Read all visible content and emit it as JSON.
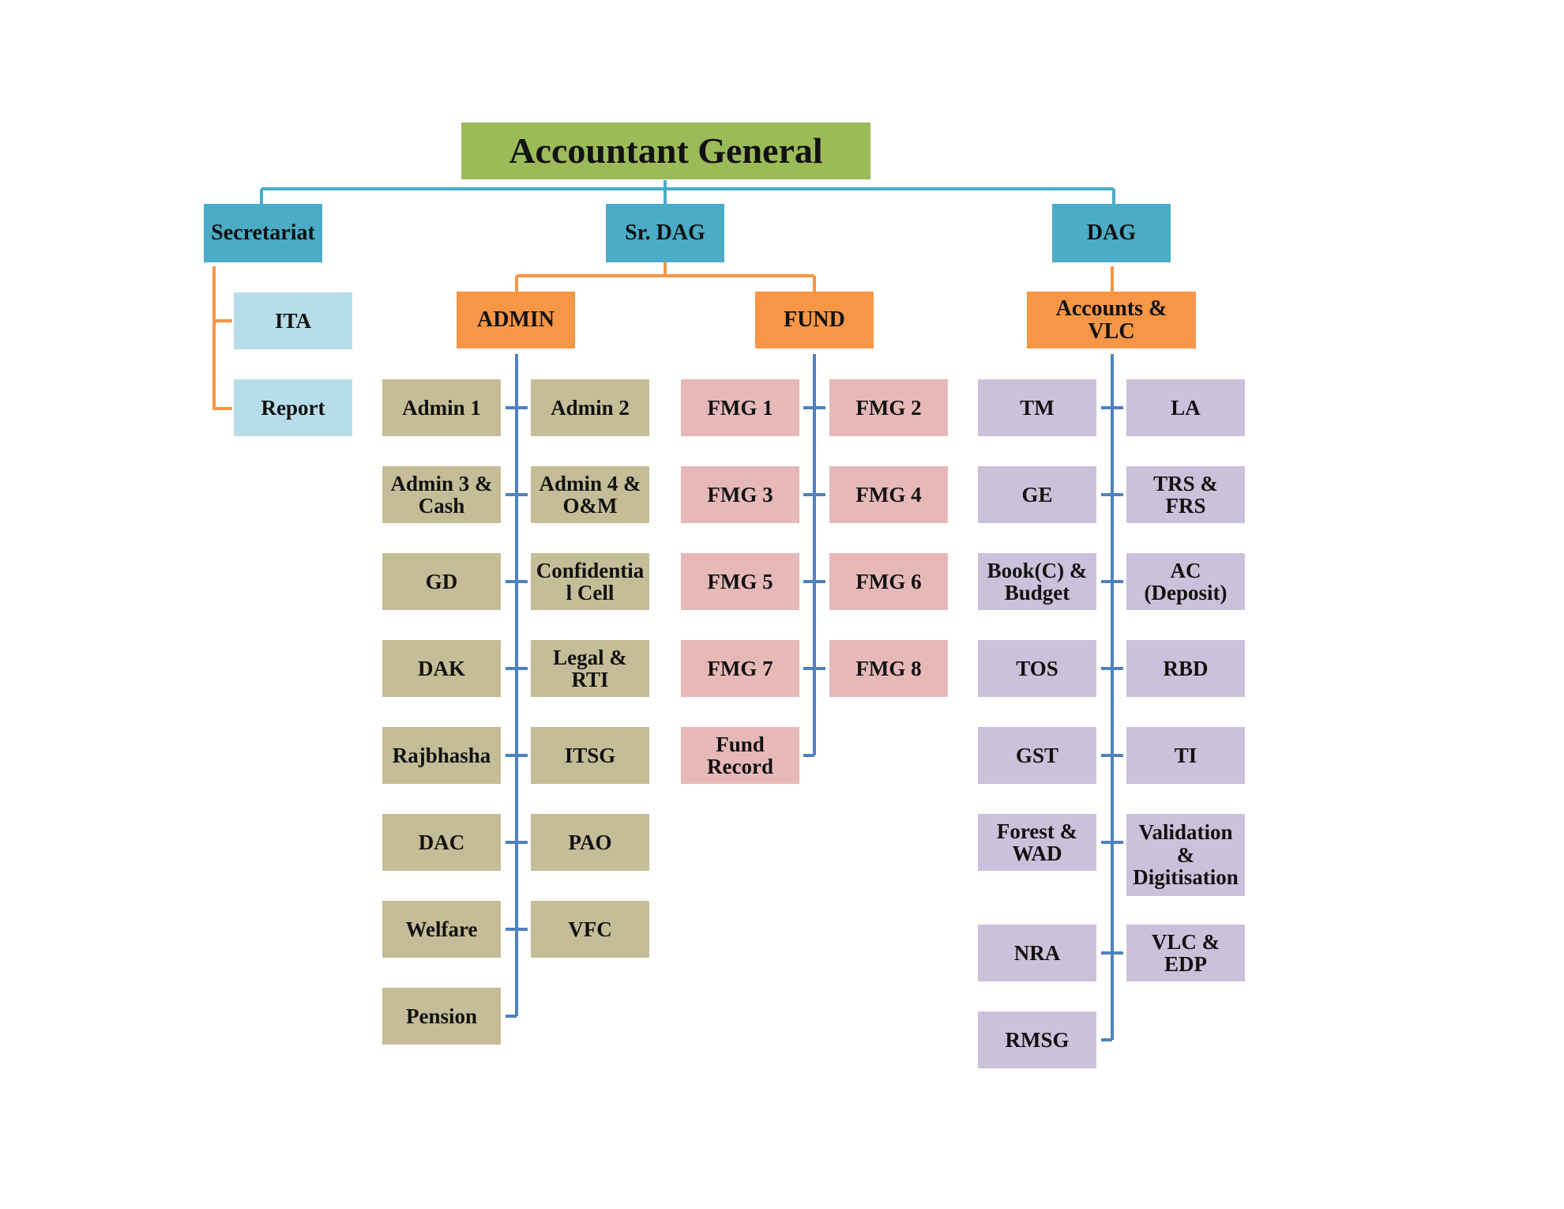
{
  "colors": {
    "root": "#9bbb59",
    "level1": "#4bacc6",
    "orange": "#f79646",
    "secretariat_child": "#b7dde8",
    "admin_leaf": "#c4bd97",
    "fund_leaf": "#e6b9b8",
    "accounts_leaf": "#ccc1da",
    "blue_line": "#4f81bd",
    "teal_line": "#4bacc6",
    "orange_line": "#f79646"
  },
  "root": {
    "label": "Accountant General"
  },
  "level1": {
    "secretariat": "Secretariat",
    "sr_dag": "Sr. DAG",
    "dag": "DAG"
  },
  "secretariat_children": [
    "ITA",
    "Report"
  ],
  "branches": {
    "admin": "ADMIN",
    "fund": "FUND",
    "accounts": "Accounts &\nVLC"
  },
  "admin_left": [
    "Admin 1",
    "Admin 3 &\nCash",
    "GD",
    "DAK",
    "Rajbhasha",
    "DAC",
    "Welfare",
    "Pension"
  ],
  "admin_right": [
    "Admin 2",
    "Admin 4 &\nO&M",
    "Confidentia\nl Cell",
    "Legal &\nRTI",
    "ITSG",
    "PAO",
    "VFC"
  ],
  "fund_left": [
    "FMG 1",
    "FMG 3",
    "FMG 5",
    "FMG 7",
    "Fund\nRecord"
  ],
  "fund_right": [
    "FMG 2",
    "FMG 4",
    "FMG 6",
    "FMG 8"
  ],
  "accounts_left": [
    "TM",
    "GE",
    "Book(C) &\nBudget",
    "TOS",
    "GST",
    "Forest &\nWAD",
    "NRA",
    "RMSG"
  ],
  "accounts_right": [
    "LA",
    "TRS &\nFRS",
    "AC\n(Deposit)",
    "RBD",
    "TI",
    "Validation\n&\nDigitisation",
    "VLC &\nEDP"
  ]
}
